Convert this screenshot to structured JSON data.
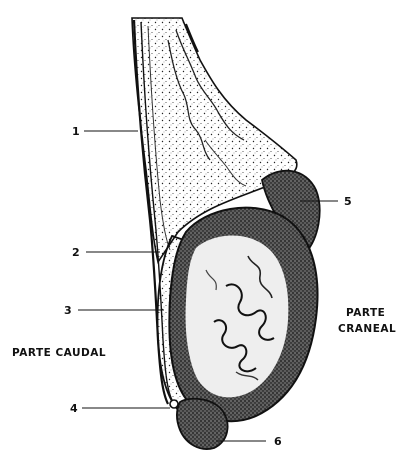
{
  "figure": {
    "labels": {
      "n1": "1",
      "n2": "2",
      "n3": "3",
      "n4": "4",
      "n5": "5",
      "n6": "6"
    },
    "regions": {
      "cranial_line1": "PARTE",
      "cranial_line2": "CRANEAL",
      "caudal": "PARTE CAUDAL"
    }
  }
}
